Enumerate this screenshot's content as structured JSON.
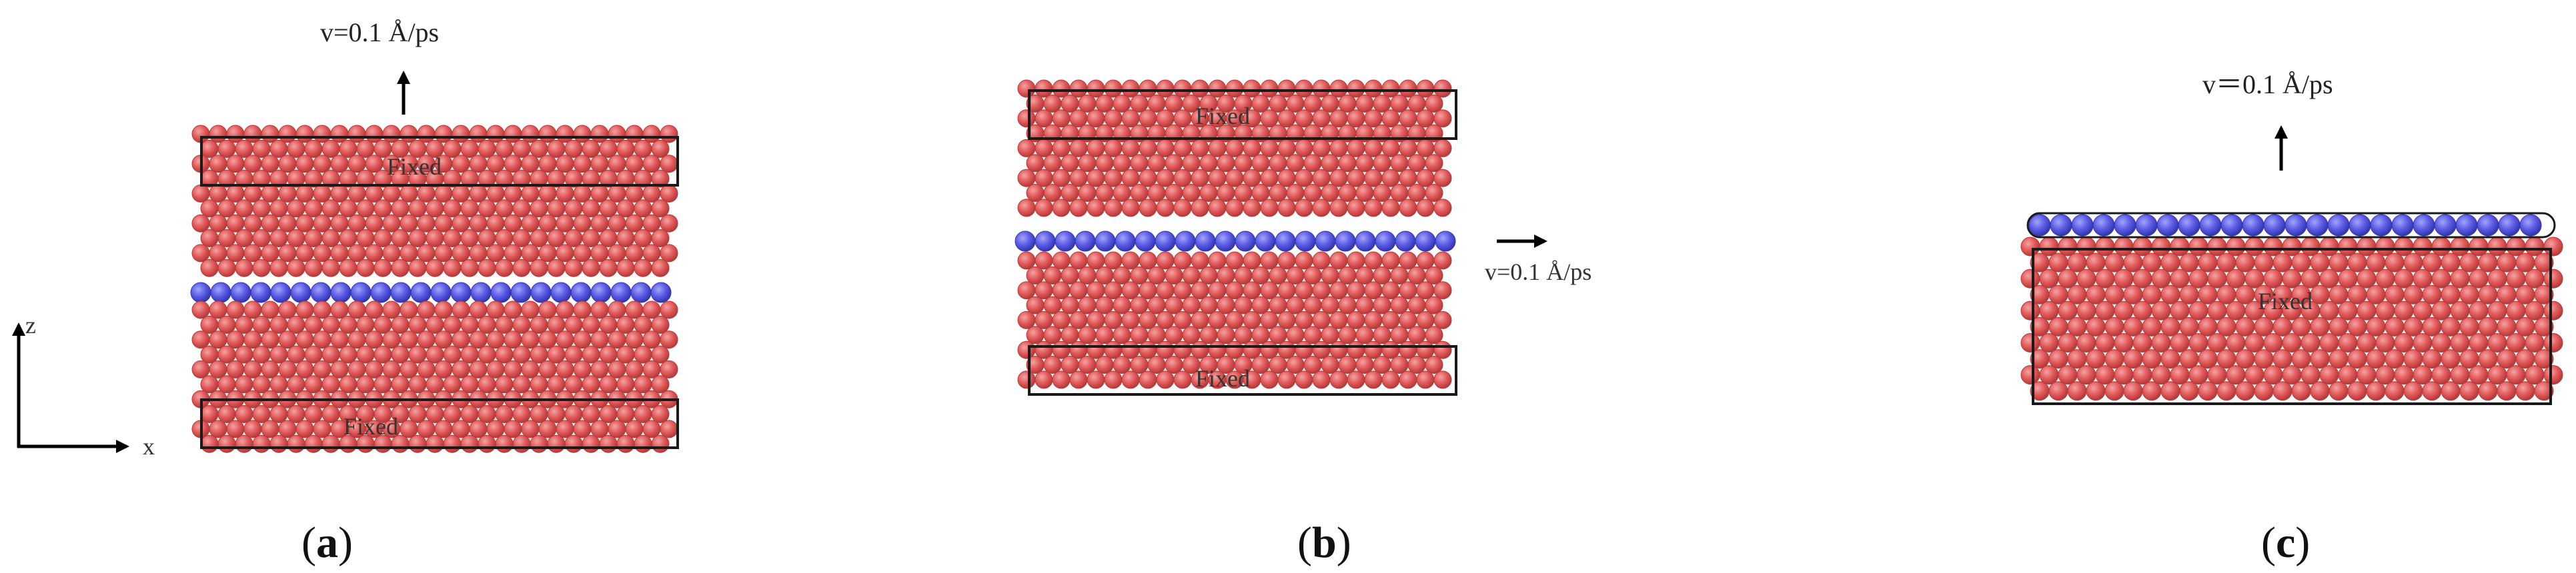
{
  "colors": {
    "atom_red": "#e35a5a",
    "atom_red_dark": "#b53a3a",
    "atom_red_light": "#f3a3a3",
    "atom_blue": "#5b5ce6",
    "atom_blue_dark": "#3435b0",
    "atom_blue_light": "#a4a5f7",
    "box_stroke": "#1a1a1a"
  },
  "axes": {
    "z_label": "z",
    "x_label": "x"
  },
  "panels": [
    {
      "id": "a",
      "caption": {
        "open": "(",
        "letter": "a",
        "close": ")"
      },
      "velocity": "v=0.1 Å/ps",
      "velocity_direction": "up",
      "boxes": [
        "Fixed",
        "Fixed"
      ]
    },
    {
      "id": "b",
      "caption": {
        "open": "(",
        "letter": "b",
        "close": ")"
      },
      "velocity": "v=0.1 Å/ps",
      "velocity_direction": "right",
      "boxes": [
        "Fixed",
        "Fixed"
      ]
    },
    {
      "id": "c",
      "caption": {
        "open": "(",
        "letter": "c",
        "close": ")"
      },
      "velocity": "v＝0.1 Å/ps",
      "velocity_direction": "up",
      "boxes": [
        "Fixed"
      ]
    }
  ]
}
